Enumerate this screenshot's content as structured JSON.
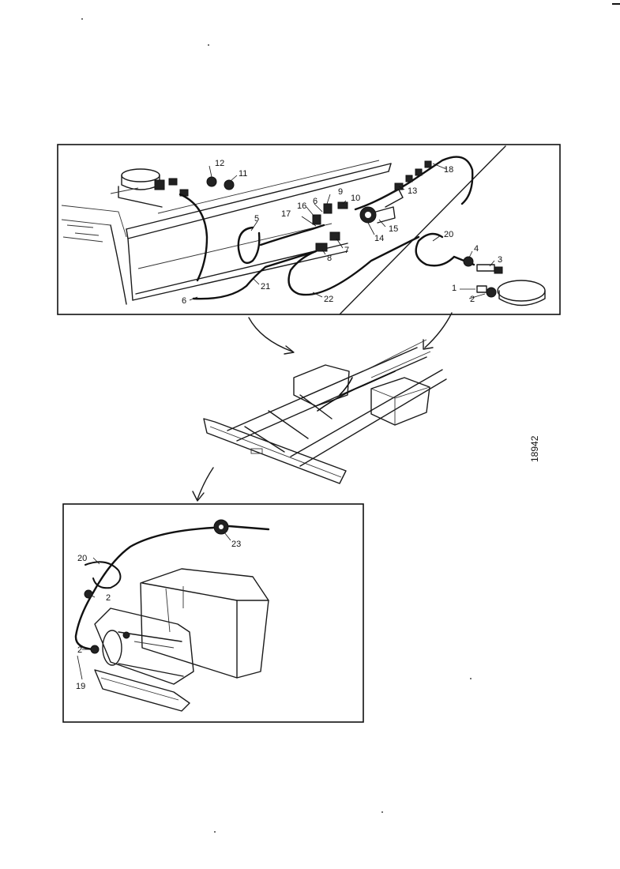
{
  "figure_number": "18942",
  "callouts": {
    "top": [
      {
        "id": "c12a",
        "text": "12"
      },
      {
        "id": "c11",
        "text": "11"
      },
      {
        "id": "c18",
        "text": "18"
      },
      {
        "id": "c9",
        "text": "9"
      },
      {
        "id": "c10",
        "text": "10"
      },
      {
        "id": "c16",
        "text": "16"
      },
      {
        "id": "c6a",
        "text": "6"
      },
      {
        "id": "c17",
        "text": "17"
      },
      {
        "id": "c13",
        "text": "13"
      },
      {
        "id": "c5",
        "text": "5"
      },
      {
        "id": "c14",
        "text": "14"
      },
      {
        "id": "c15",
        "text": "15"
      },
      {
        "id": "c20a",
        "text": "20"
      },
      {
        "id": "c8",
        "text": "8"
      },
      {
        "id": "c7",
        "text": "7"
      },
      {
        "id": "c4",
        "text": "4"
      },
      {
        "id": "c3",
        "text": "3"
      },
      {
        "id": "c21",
        "text": "21"
      },
      {
        "id": "c1",
        "text": "1"
      },
      {
        "id": "c2a",
        "text": "2"
      },
      {
        "id": "c6b",
        "text": "6"
      },
      {
        "id": "c22",
        "text": "22"
      }
    ],
    "bottom": [
      {
        "id": "c23",
        "text": "23"
      },
      {
        "id": "c20b",
        "text": "20"
      },
      {
        "id": "c2b",
        "text": "2"
      },
      {
        "id": "c2c",
        "text": "2"
      },
      {
        "id": "c19",
        "text": "19"
      }
    ]
  },
  "colors": {
    "ink": "#1a1a1a",
    "paper": "#ffffff"
  }
}
